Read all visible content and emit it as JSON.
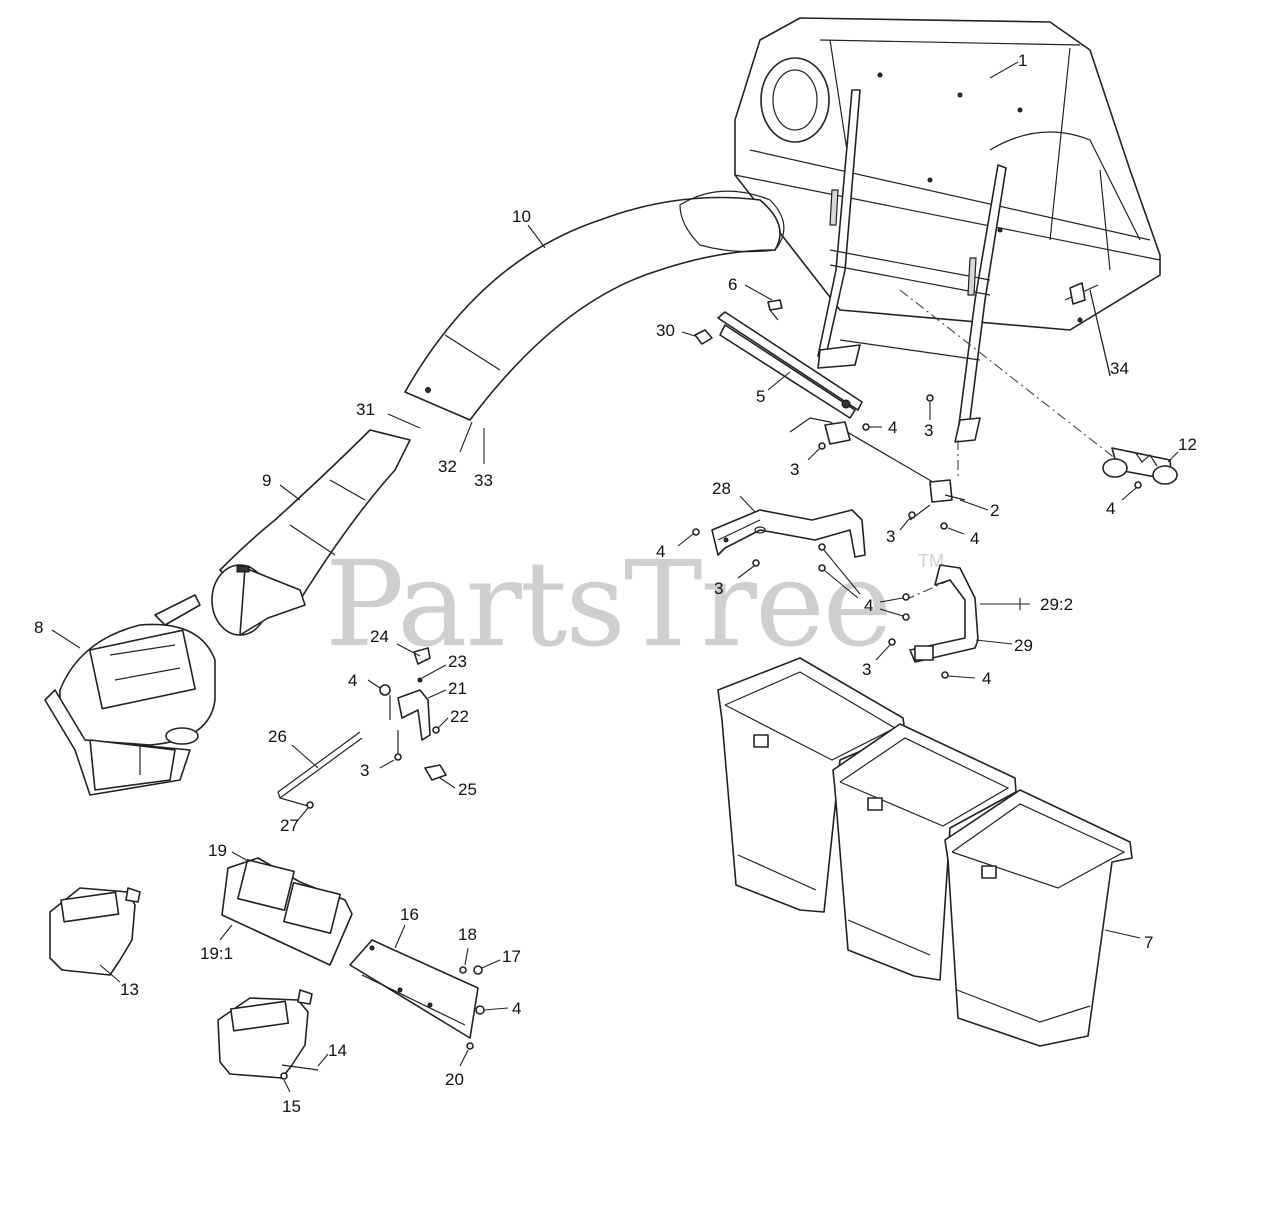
{
  "watermark": {
    "text": "PartsTree",
    "trademark": "TM"
  },
  "callouts": {
    "c1": "1",
    "c2": "2",
    "c3a": "3",
    "c3b": "3",
    "c3c": "3",
    "c3d": "3",
    "c3e": "3",
    "c3f": "3",
    "c4a": "4",
    "c4b": "4",
    "c4c": "4",
    "c4d": "4",
    "c4e": "4",
    "c4f": "4",
    "c4g": "4",
    "c4h": "4",
    "c5": "5",
    "c6": "6",
    "c7": "7",
    "c8": "8",
    "c9": "9",
    "c10": "10",
    "c12": "12",
    "c13": "13",
    "c14": "14",
    "c15": "15",
    "c16": "16",
    "c17": "17",
    "c18": "18",
    "c19": "19",
    "c19_1": "19:1",
    "c20": "20",
    "c21": "21",
    "c22": "22",
    "c23": "23",
    "c24": "24",
    "c25": "25",
    "c26": "26",
    "c27": "27",
    "c28": "28",
    "c29": "29",
    "c29_2": "29:2",
    "c30": "30",
    "c31": "31",
    "c32": "32",
    "c33": "33",
    "c34": "34"
  }
}
